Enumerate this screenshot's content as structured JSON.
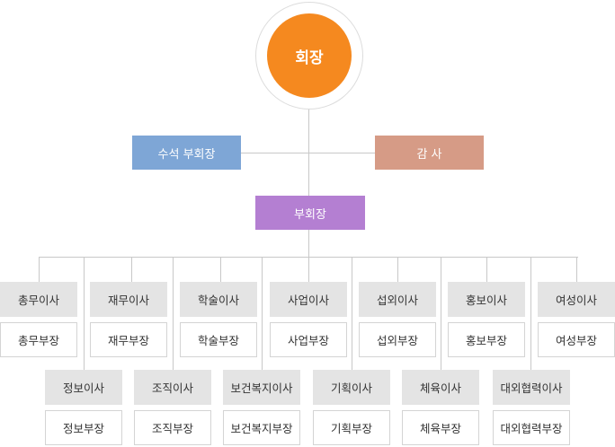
{
  "chairman": {
    "label": "회장",
    "color": "#f5891f"
  },
  "senior_vice_chairman": {
    "label": "수석 부회장",
    "color": "#7ea6d6"
  },
  "auditor": {
    "label": "감 사",
    "color": "#d69b86"
  },
  "vice_chairman": {
    "label": "부회장",
    "color": "#b47fd2"
  },
  "top_row": [
    {
      "director": "총무이사",
      "manager": "총무부장"
    },
    {
      "director": "재무이사",
      "manager": "재무부장"
    },
    {
      "director": "학술이사",
      "manager": "학술부장"
    },
    {
      "director": "사업이사",
      "manager": "사업부장"
    },
    {
      "director": "섭외이사",
      "manager": "섭외부장"
    },
    {
      "director": "홍보이사",
      "manager": "홍보부장"
    },
    {
      "director": "여성이사",
      "manager": "여성부장"
    }
  ],
  "bottom_row": [
    {
      "director": "정보이사",
      "manager": "정보부장"
    },
    {
      "director": "조직이사",
      "manager": "조직부장"
    },
    {
      "director": "보건복지이사",
      "manager": "보건복지부장"
    },
    {
      "director": "기획이사",
      "manager": "기획부장"
    },
    {
      "director": "체육이사",
      "manager": "체육부장"
    },
    {
      "director": "대외협력이사",
      "manager": "대외협력부장"
    }
  ]
}
